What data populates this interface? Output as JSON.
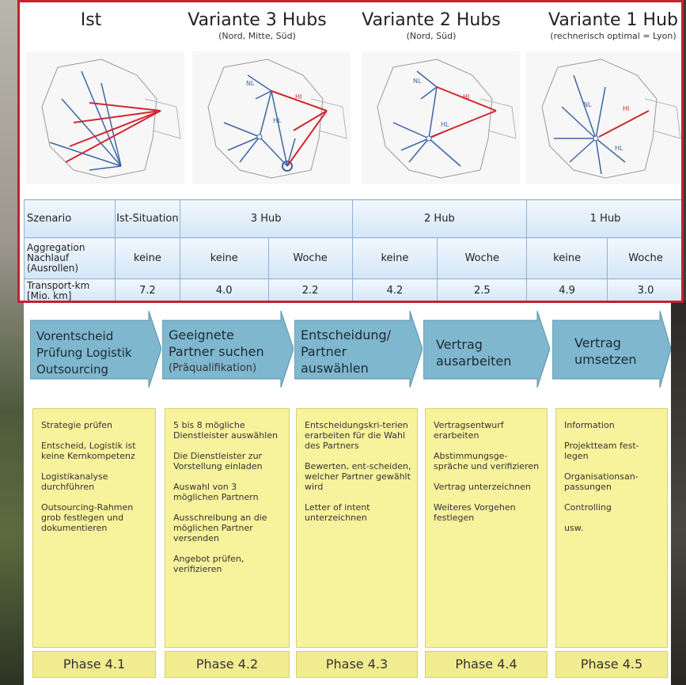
{
  "columns": [
    {
      "title": "Ist",
      "subtitle": ""
    },
    {
      "title": "Variante 3 Hubs",
      "subtitle": "(Nord, Mitte, Süd)"
    },
    {
      "title": "Variante 2 Hubs",
      "subtitle": "(Nord, Süd)"
    },
    {
      "title": "Variante 1 Hub",
      "subtitle": "(rechnerisch optimal = Lyon)"
    }
  ],
  "maps": {
    "labels": {
      "nl": "NL",
      "hl": "HL",
      "hi": "HI"
    }
  },
  "table": {
    "row1": {
      "label": "Szenario",
      "ist": "Ist-Situation",
      "h3": "3 Hub",
      "h2": "2 Hub",
      "h1": "1 Hub"
    },
    "row2": {
      "label": "Aggregation Nachlauf (Ausrollen)",
      "cells": [
        "keine",
        "keine",
        "Woche",
        "keine",
        "Woche",
        "keine",
        "Woche"
      ]
    },
    "row3": {
      "label": "Transport-km [Mio. km]",
      "cells": [
        "7.2",
        "4.0",
        "2.2",
        "4.2",
        "2.5",
        "4.9",
        "3.0"
      ]
    }
  },
  "phases": [
    {
      "title_lines": [
        "Vorentscheid",
        "Prüfung Logistik",
        "Outsourcing"
      ],
      "sub": "",
      "items": [
        "Strategie prüfen",
        "Entscheid, Logistik ist keine Kernkompetenz",
        "Logistikanalyse durchführen",
        "Outsourcing-Rahmen grob festlegen und dokumentieren"
      ],
      "label": "Phase 4.1"
    },
    {
      "title_lines": [
        "Geeignete",
        "Partner suchen"
      ],
      "sub": "(Präqualifikation)",
      "items": [
        "5 bis 8 mögliche Dienstleister auswählen",
        "Die Dienstleister zur Vorstellung einladen",
        "Auswahl von 3 möglichen Partnern",
        "Ausschreibung an die möglichen Partner versenden",
        "Angebot prüfen, verifizieren"
      ],
      "label": "Phase 4.2"
    },
    {
      "title_lines": [
        "Entscheidung/",
        "Partner",
        "auswählen"
      ],
      "sub": "",
      "items": [
        "Entscheidungskri-terien erarbeiten für die Wahl des Partners",
        "Bewerten, ent-scheiden, welcher Partner gewählt wird",
        "Letter of intent unterzeichnen"
      ],
      "label": "Phase 4.3"
    },
    {
      "title_lines": [
        "Vertrag",
        "ausarbeiten"
      ],
      "sub": "",
      "items": [
        "Vertragsentwurf erarbeiten",
        "Abstimmungsge-spräche und verifizieren",
        "Vertrag unterzeichnen",
        "Weiteres Vorgehen festlegen"
      ],
      "label": "Phase 4.4"
    },
    {
      "title_lines": [
        "Vertrag",
        "umsetzen"
      ],
      "sub": "",
      "items": [
        "Information",
        "Projektteam fest-legen",
        "Organisationsan-passungen",
        "Controlling",
        "usw."
      ],
      "label": "Phase 4.5"
    }
  ]
}
